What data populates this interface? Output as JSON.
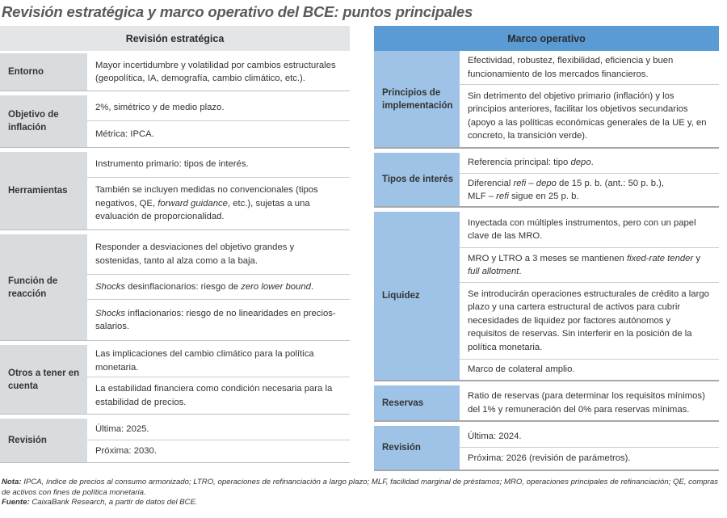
{
  "title": "Revisión estratégica y marco operativo del BCE: puntos principales",
  "left": {
    "header": "Revisión estratégica",
    "rows": [
      {
        "label": "Entorno",
        "cells": [
          "Mayor incertidumbre y volatilidad por cambios estructurales (geopolítica, IA, demografía, cambio climático, etc.)."
        ]
      },
      {
        "label": "Objetivo de inflación",
        "cells": [
          "2%, simétrico y de medio plazo.",
          "Métrica: IPCA."
        ]
      },
      {
        "label": "Herramientas",
        "cells": [
          "Instrumento primario: tipos de interés.",
          "También se incluyen medidas no convencionales (tipos negativos, QE, forward guidance, etc.), sujetas a una evaluación de proporcionalidad."
        ]
      },
      {
        "label": "Función de reacción",
        "cells": [
          "Responder a desviaciones del objetivo grandes y sostenidas, tanto al alza como a la baja.",
          "Shocks desinflacionarios: riesgo de zero lower bound.",
          "Shocks inflacionarios: riesgo de no linearidades en precios-salarios."
        ]
      },
      {
        "label": "Otros a tener en cuenta",
        "cells": [
          "Las implicaciones del cambio climático para la política monetaria.",
          "La estabilidad financiera como condición necesaria para la estabilidad de precios."
        ]
      },
      {
        "label": "Revisión",
        "cells": [
          "Última: 2025.",
          "Próxima: 2030."
        ]
      }
    ]
  },
  "right": {
    "header": "Marco operativo",
    "rows": [
      {
        "label": "Principios de implementación",
        "cells": [
          "Efectividad, robustez, flexibilidad, eficiencia y buen funcionamiento de los mercados financieros.",
          "Sin detrimento del objetivo primario (inflación) y los principios anteriores, facilitar los objetivos secundarios (apoyo a las políticas económicas generales de la UE y, en concreto, la transición verde)."
        ]
      },
      {
        "label": "Tipos de interés",
        "cells": [
          "Referencia principal: tipo depo.",
          "Diferencial refi – depo de 15 p. b. (ant.: 50 p. b.), MLF – refi sigue en 25 p. b."
        ]
      },
      {
        "label": "Liquidez",
        "cells": [
          "Inyectada con múltiples instrumentos, pero con un papel clave de las MRO.",
          "MRO y LTRO a 3 meses se mantienen fixed-rate tender y full allotment.",
          "Se introducirán operaciones estructurales de crédito a largo plazo y una cartera estructural de activos para cubrir necesidades de liquidez por factores autónomos y requisitos de reservas. Sin interferir en la posición de la política monetaria.",
          "Marco de colateral amplio."
        ]
      },
      {
        "label": "Reservas",
        "cells": [
          "Ratio de reservas (para determinar los requisitos mínimos) del 1% y remuneración del 0% para reservas mínimas."
        ]
      },
      {
        "label": "Revisión",
        "cells": [
          "Última: 2024.",
          "Próxima: 2026 (revisión de parámetros)."
        ]
      }
    ]
  },
  "notes": {
    "nota_label": "Nota:",
    "nota_text": "IPCA, índice de precios al consumo armonizado; LTRO, operaciones de refinanciación a largo plazo; MLF, facilidad marginal de préstamos; MRO, operaciones principales de refinanciación; QE, compras de activos con fines de política monetaria.",
    "fuente_label": "Fuente:",
    "fuente_text": "CaixaBank Research, a partir de datos del BCE."
  }
}
